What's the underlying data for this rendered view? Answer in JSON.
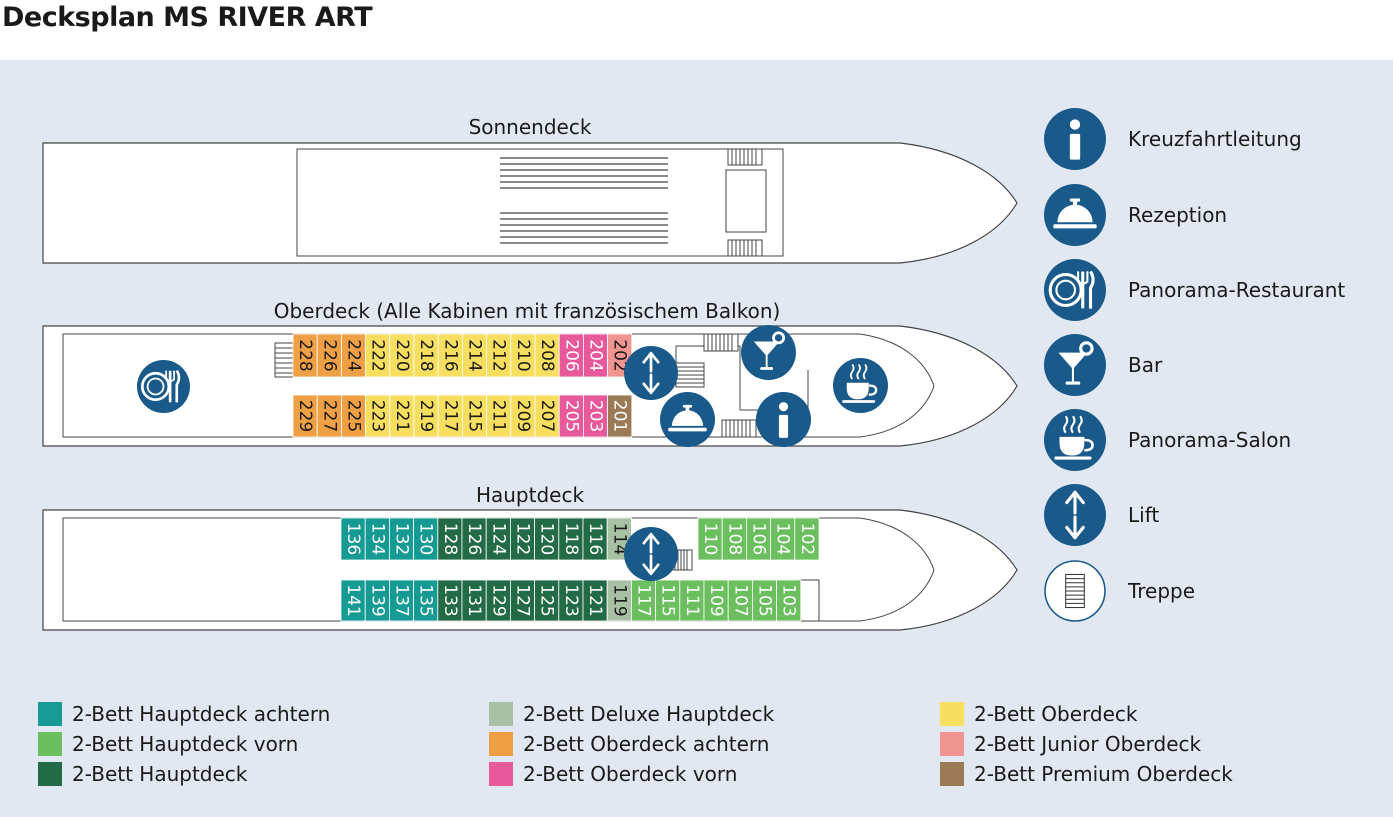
{
  "title": "Decksplan MS RIVER ART",
  "decks": {
    "sonnendeck": "Sonnendeck",
    "oberdeck": "Oberdeck (Alle Kabinen mit französischem Balkon)",
    "hauptdeck": "Hauptdeck"
  },
  "colors": {
    "hauptdeck_achtern": "#159a94",
    "hauptdeck_vorn": "#6bbf5e",
    "hauptdeck": "#236b46",
    "deluxe_hauptdeck": "#a8c0a3",
    "oberdeck_achtern": "#f0a044",
    "oberdeck_vorn": "#e8599b",
    "oberdeck": "#f7de5e",
    "junior_oberdeck": "#ef9490",
    "premium_oberdeck": "#9b7b55",
    "icon": "#1a5a8a"
  },
  "cabins": {
    "oberdeck_top": [
      {
        "n": "228",
        "c": "oberdeck_achtern"
      },
      {
        "n": "226",
        "c": "oberdeck_achtern"
      },
      {
        "n": "224",
        "c": "oberdeck_achtern"
      },
      {
        "n": "222",
        "c": "oberdeck"
      },
      {
        "n": "220",
        "c": "oberdeck"
      },
      {
        "n": "218",
        "c": "oberdeck"
      },
      {
        "n": "216",
        "c": "oberdeck"
      },
      {
        "n": "214",
        "c": "oberdeck"
      },
      {
        "n": "212",
        "c": "oberdeck"
      },
      {
        "n": "210",
        "c": "oberdeck"
      },
      {
        "n": "208",
        "c": "oberdeck"
      },
      {
        "n": "206",
        "c": "oberdeck_vorn"
      },
      {
        "n": "204",
        "c": "oberdeck_vorn"
      },
      {
        "n": "202",
        "c": "junior_oberdeck"
      }
    ],
    "oberdeck_bottom": [
      {
        "n": "229",
        "c": "oberdeck_achtern"
      },
      {
        "n": "227",
        "c": "oberdeck_achtern"
      },
      {
        "n": "225",
        "c": "oberdeck_achtern"
      },
      {
        "n": "223",
        "c": "oberdeck"
      },
      {
        "n": "221",
        "c": "oberdeck"
      },
      {
        "n": "219",
        "c": "oberdeck"
      },
      {
        "n": "217",
        "c": "oberdeck"
      },
      {
        "n": "215",
        "c": "oberdeck"
      },
      {
        "n": "211",
        "c": "oberdeck"
      },
      {
        "n": "209",
        "c": "oberdeck"
      },
      {
        "n": "207",
        "c": "oberdeck"
      },
      {
        "n": "205",
        "c": "oberdeck_vorn"
      },
      {
        "n": "203",
        "c": "oberdeck_vorn"
      },
      {
        "n": "201",
        "c": "premium_oberdeck"
      }
    ],
    "hauptdeck_top_aft": [
      {
        "n": "136",
        "c": "hauptdeck_achtern"
      },
      {
        "n": "134",
        "c": "hauptdeck_achtern"
      },
      {
        "n": "132",
        "c": "hauptdeck_achtern"
      },
      {
        "n": "130",
        "c": "hauptdeck_achtern"
      },
      {
        "n": "128",
        "c": "hauptdeck"
      },
      {
        "n": "126",
        "c": "hauptdeck"
      },
      {
        "n": "124",
        "c": "hauptdeck"
      },
      {
        "n": "122",
        "c": "hauptdeck"
      },
      {
        "n": "120",
        "c": "hauptdeck"
      },
      {
        "n": "118",
        "c": "hauptdeck"
      },
      {
        "n": "116",
        "c": "hauptdeck"
      },
      {
        "n": "114",
        "c": "deluxe_hauptdeck"
      }
    ],
    "hauptdeck_top_fwd": [
      {
        "n": "110",
        "c": "hauptdeck_vorn"
      },
      {
        "n": "108",
        "c": "hauptdeck_vorn"
      },
      {
        "n": "106",
        "c": "hauptdeck_vorn"
      },
      {
        "n": "104",
        "c": "hauptdeck_vorn"
      },
      {
        "n": "102",
        "c": "hauptdeck_vorn"
      }
    ],
    "hauptdeck_bottom": [
      {
        "n": "141",
        "c": "hauptdeck_achtern"
      },
      {
        "n": "139",
        "c": "hauptdeck_achtern"
      },
      {
        "n": "137",
        "c": "hauptdeck_achtern"
      },
      {
        "n": "135",
        "c": "hauptdeck_achtern"
      },
      {
        "n": "133",
        "c": "hauptdeck"
      },
      {
        "n": "131",
        "c": "hauptdeck"
      },
      {
        "n": "129",
        "c": "hauptdeck"
      },
      {
        "n": "127",
        "c": "hauptdeck"
      },
      {
        "n": "125",
        "c": "hauptdeck"
      },
      {
        "n": "123",
        "c": "hauptdeck"
      },
      {
        "n": "121",
        "c": "hauptdeck"
      },
      {
        "n": "119",
        "c": "deluxe_hauptdeck"
      },
      {
        "n": "117",
        "c": "hauptdeck_vorn"
      },
      {
        "n": "115",
        "c": "hauptdeck_vorn"
      },
      {
        "n": "111",
        "c": "hauptdeck_vorn"
      },
      {
        "n": "109",
        "c": "hauptdeck_vorn"
      },
      {
        "n": "107",
        "c": "hauptdeck_vorn"
      },
      {
        "n": "105",
        "c": "hauptdeck_vorn"
      },
      {
        "n": "103",
        "c": "hauptdeck_vorn"
      }
    ]
  },
  "icon_key": [
    {
      "icon": "info-icon",
      "label": "Kreuzfahrtleitung"
    },
    {
      "icon": "reception-bell-icon",
      "label": "Rezeption"
    },
    {
      "icon": "restaurant-icon",
      "label": "Panorama-Restaurant"
    },
    {
      "icon": "cocktail-icon",
      "label": "Bar"
    },
    {
      "icon": "coffee-cup-icon",
      "label": "Panorama-Salon"
    },
    {
      "icon": "lift-icon",
      "label": "Lift"
    },
    {
      "icon": "stairs-icon",
      "label": "Treppe"
    }
  ],
  "legend": [
    {
      "color": "hauptdeck_achtern",
      "label": "2-Bett Hauptdeck achtern"
    },
    {
      "color": "hauptdeck_vorn",
      "label": "2-Bett Hauptdeck vorn"
    },
    {
      "color": "hauptdeck",
      "label": "2-Bett Hauptdeck"
    },
    {
      "color": "deluxe_hauptdeck",
      "label": "2-Bett Deluxe Hauptdeck"
    },
    {
      "color": "oberdeck_achtern",
      "label": "2-Bett Oberdeck achtern"
    },
    {
      "color": "oberdeck_vorn",
      "label": "2-Bett Oberdeck vorn"
    },
    {
      "color": "oberdeck",
      "label": "2-Bett Oberdeck"
    },
    {
      "color": "junior_oberdeck",
      "label": "2-Bett Junior Oberdeck"
    },
    {
      "color": "premium_oberdeck",
      "label": "2-Bett Premium Oberdeck"
    }
  ]
}
